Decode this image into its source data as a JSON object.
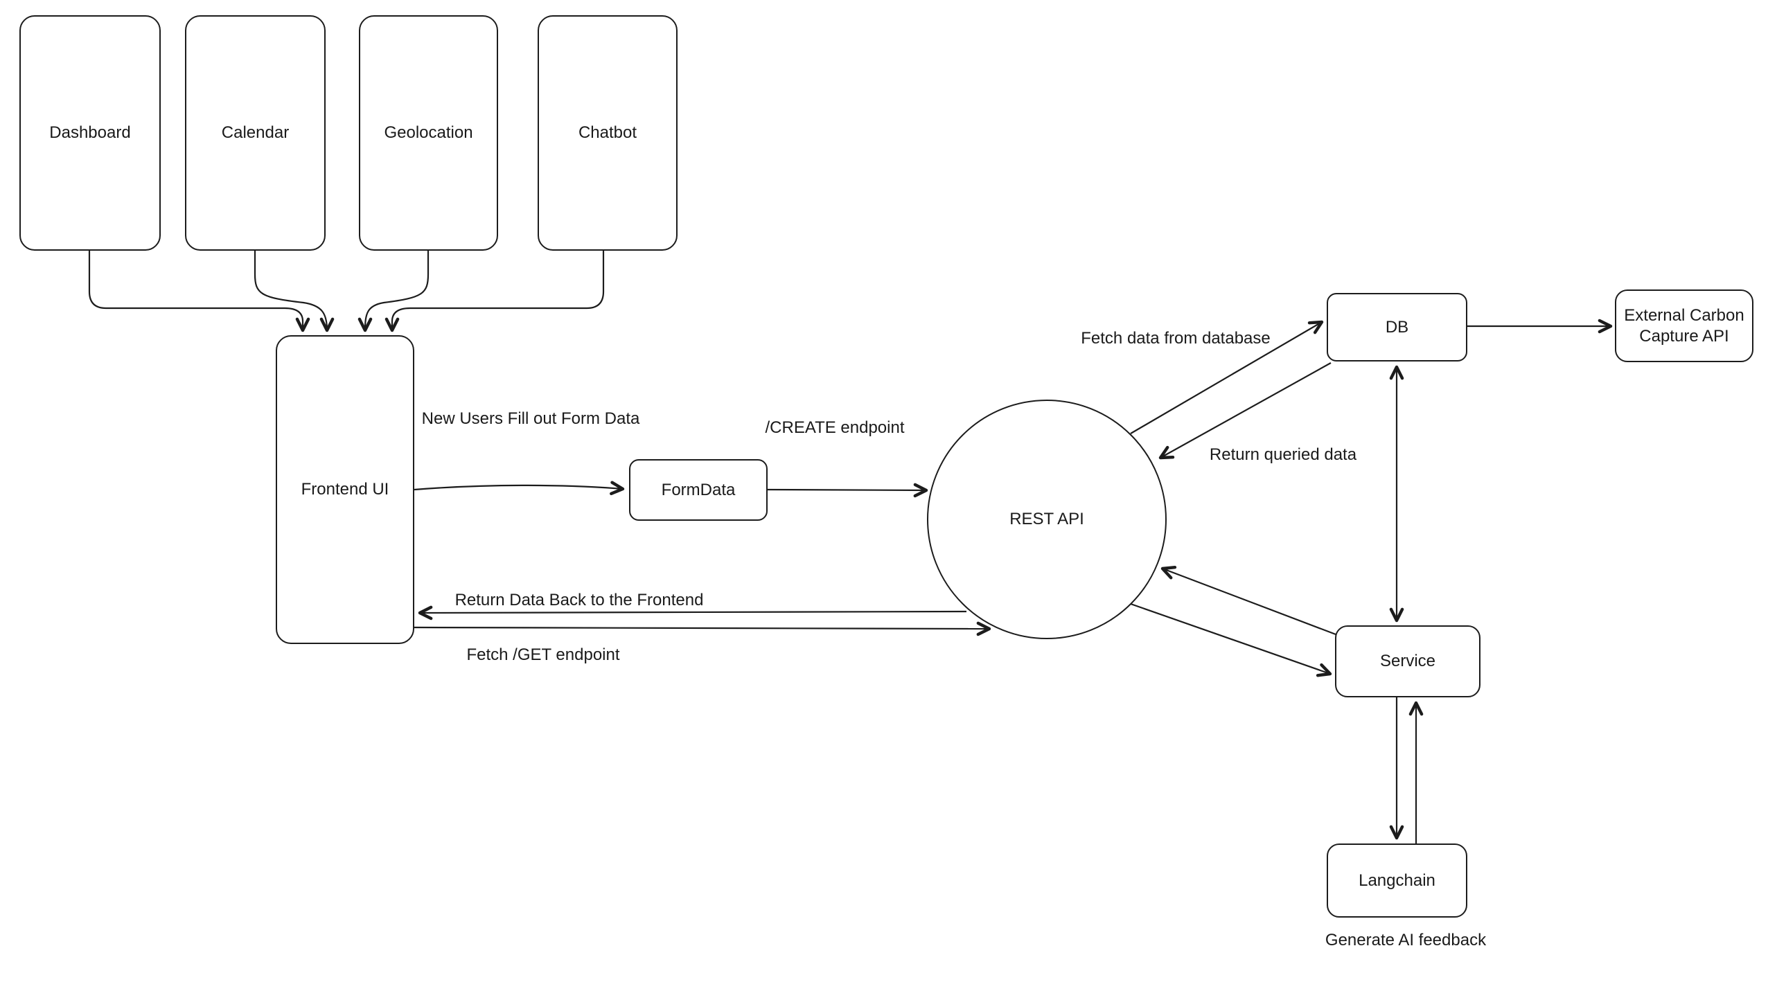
{
  "diagram_title": "Application architecture data-flow diagram",
  "colors": {
    "background": "#ffffff",
    "stroke": "#1c1c1c",
    "text": "#1a1a1a"
  },
  "nodes": {
    "dashboard": {
      "label": "Dashboard"
    },
    "calendar": {
      "label": "Calendar"
    },
    "geolocation": {
      "label": "Geolocation"
    },
    "chatbot": {
      "label": "Chatbot"
    },
    "frontend_ui": {
      "label": "Frontend UI"
    },
    "formdata": {
      "label": "FormData"
    },
    "rest_api": {
      "label": "REST API"
    },
    "db": {
      "label": "DB"
    },
    "external_api": {
      "label_line1": "External Carbon",
      "label_line2": "Capture API"
    },
    "service": {
      "label": "Service"
    },
    "langchain": {
      "label": "Langchain"
    }
  },
  "edge_labels": {
    "new_users": "New Users Fill out Form Data",
    "create_endpoint": "/CREATE endpoint",
    "fetch_db": "Fetch data from database",
    "return_queried": "Return queried data",
    "return_data": "Return Data Back to the Frontend",
    "fetch_get": "Fetch /GET endpoint",
    "generate_ai": "Generate AI feedback"
  },
  "edges": [
    {
      "from": "Dashboard",
      "to": "Frontend UI"
    },
    {
      "from": "Calendar",
      "to": "Frontend UI"
    },
    {
      "from": "Geolocation",
      "to": "Frontend UI"
    },
    {
      "from": "Chatbot",
      "to": "Frontend UI"
    },
    {
      "from": "Frontend UI",
      "to": "FormData",
      "label_key": "new_users"
    },
    {
      "from": "FormData",
      "to": "REST API",
      "label_key": "create_endpoint"
    },
    {
      "from": "REST API",
      "to": "Frontend UI",
      "label_key": "return_data"
    },
    {
      "from": "Frontend UI",
      "to": "REST API",
      "label_key": "fetch_get"
    },
    {
      "from": "REST API",
      "to": "DB",
      "label_key": "fetch_db"
    },
    {
      "from": "DB",
      "to": "REST API",
      "label_key": "return_queried"
    },
    {
      "from": "DB",
      "to": "Service",
      "bidirectional": true
    },
    {
      "from": "Service",
      "to": "REST API"
    },
    {
      "from": "REST API",
      "to": "Service"
    },
    {
      "from": "DB",
      "to": "External Carbon Capture API"
    },
    {
      "from": "Service",
      "to": "Langchain",
      "label_key": "generate_ai"
    },
    {
      "from": "Langchain",
      "to": "Service"
    }
  ]
}
